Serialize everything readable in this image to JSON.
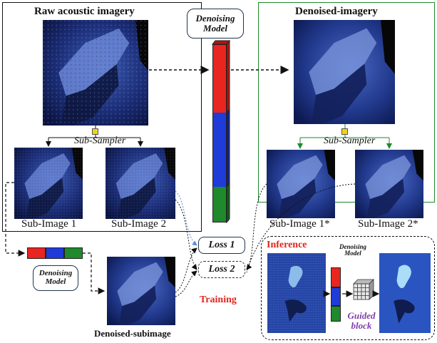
{
  "titles": {
    "raw": "Raw acoustic imagery",
    "denoised": "Denoised-imagery",
    "denoised_subimage": "Denoised-subimage",
    "training": "Training",
    "inference": "Inference"
  },
  "model": {
    "main_label": "Denoising Model",
    "small_label": "Denoising Model",
    "inference_label": "Denoising Model"
  },
  "sampler": {
    "left_label": "Sub-Sampler",
    "right_label": "Sub-Sampler"
  },
  "subimages": {
    "left": [
      "Sub-Image 1",
      "Sub-Image 2"
    ],
    "right": [
      "Sub-Image 1*",
      "Sub-Image 2*"
    ]
  },
  "losses": [
    "Loss 1",
    "Loss 2"
  ],
  "guided_block": "Guided block",
  "colors": {
    "red": "#e8251f",
    "blue": "#1f3bd8",
    "green": "#1f8a2b",
    "training_text": "#e0261c",
    "guided_text": "#7b3fa8",
    "frame_green": "#1d8a2a",
    "sampler_yellow": "#f2d21b"
  }
}
